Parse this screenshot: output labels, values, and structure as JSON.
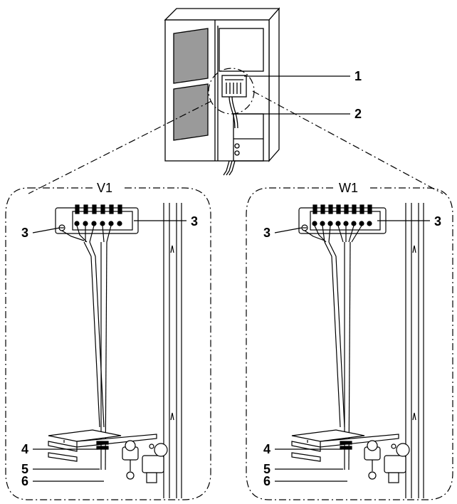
{
  "panels": {
    "left_title": "V1",
    "right_title": "W1"
  },
  "callouts": {
    "c1": "1",
    "c2": "2",
    "c3": "3",
    "c4": "4",
    "c5": "5",
    "c6": "6"
  },
  "colors": {
    "line": "#000000",
    "panel_fill": "#9a9a9a",
    "unit_fill": "#ffffff"
  }
}
